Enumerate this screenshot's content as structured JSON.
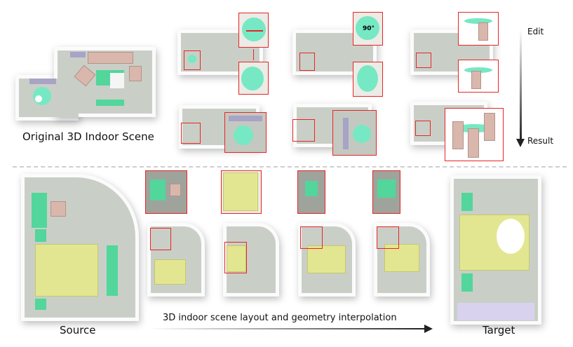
{
  "top": {
    "caption": "Original 3D Indoor Scene",
    "rotate_label": "90°",
    "edit_label": "Edit",
    "result_label": "Result"
  },
  "bottom": {
    "source_label": "Source",
    "target_label": "Target",
    "interpolation_label": "3D indoor scene layout and geometry interpolation"
  },
  "colors": {
    "highlight": "#e82525",
    "table": "#76e8c4",
    "bed": "#e3e691",
    "cabinet": "#52d69b"
  }
}
